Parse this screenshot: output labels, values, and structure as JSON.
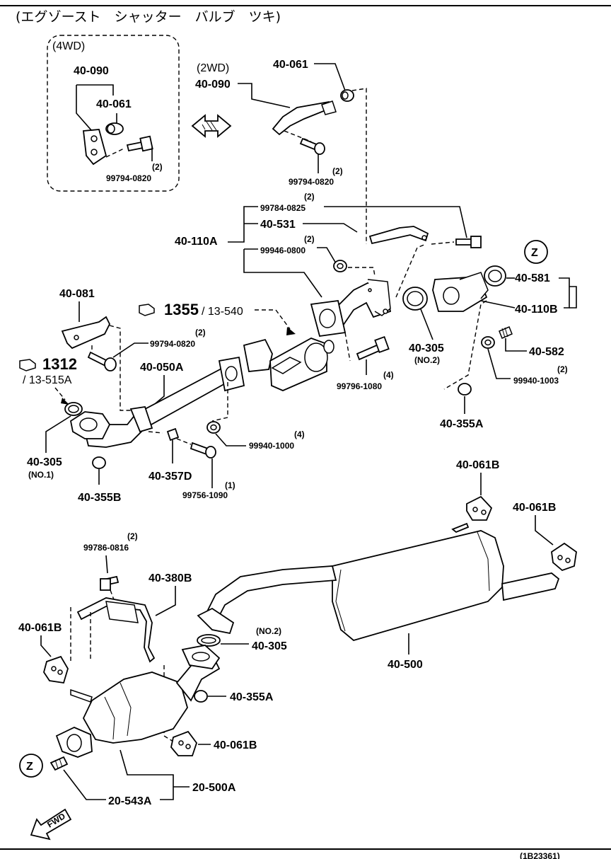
{
  "title": "(エグゾースト　シャッター　バルブ　ツキ)",
  "footer_code": "(1B23361)",
  "notes": {
    "four_wd": "(4WD)",
    "two_wd": "(2WD)",
    "no1": "(NO.1)",
    "no2": "(NO.2)",
    "no2b": "(NO.2)"
  },
  "refs": {
    "r1355": "1355",
    "r1355_sub": "/ 13-540",
    "r1312": "1312",
    "r1312_sub": "/ 13-515A"
  },
  "labels": {
    "p4wd_40090": "40-090",
    "p4wd_40061": "40-061",
    "p4wd_bolt_qty": "(2)",
    "p4wd_bolt": "99794-0820",
    "p2wd_40061": "40-061",
    "p2wd_40090": "40-090",
    "p2wd_bolt_qty": "(2)",
    "p2wd_bolt": "99794-0820",
    "b99784_qty": "(2)",
    "b99784": "99784-0825",
    "p40531": "40-531",
    "p40110A": "40-110A",
    "n99946_qty": "(2)",
    "n99946": "99946-0800",
    "z_top": "Z",
    "p40581": "40-581",
    "p40110B": "40-110B",
    "p40081": "40-081",
    "b99794c_qty": "(2)",
    "b99794c": "99794-0820",
    "p40050A": "40-050A",
    "p40305_no2": "40-305",
    "p40582": "40-582",
    "n99940_1003_qty": "(2)",
    "n99940_1003": "99940-1003",
    "b99796_qty": "(4)",
    "b99796": "99796-1080",
    "p40355A_top": "40-355A",
    "n99940_1000_qty": "(4)",
    "n99940_1000": "99940-1000",
    "p40305_no1": "40-305",
    "p40357D": "40-357D",
    "b99756_qty": "(1)",
    "b99756": "99756-1090",
    "p40355B": "40-355B",
    "p40061B_top1": "40-061B",
    "p40061B_top2": "40-061B",
    "b99786_qty": "(2)",
    "b99786": "99786-0816",
    "p40380B": "40-380B",
    "p40061B_left": "40-061B",
    "p40305_mid": "40-305",
    "p40500": "40-500",
    "p40355A_bot": "40-355A",
    "p40061B_bot": "40-061B",
    "z_bot": "Z",
    "p20500A": "20-500A",
    "p20543A": "20-543A",
    "fwd": "FWD"
  }
}
